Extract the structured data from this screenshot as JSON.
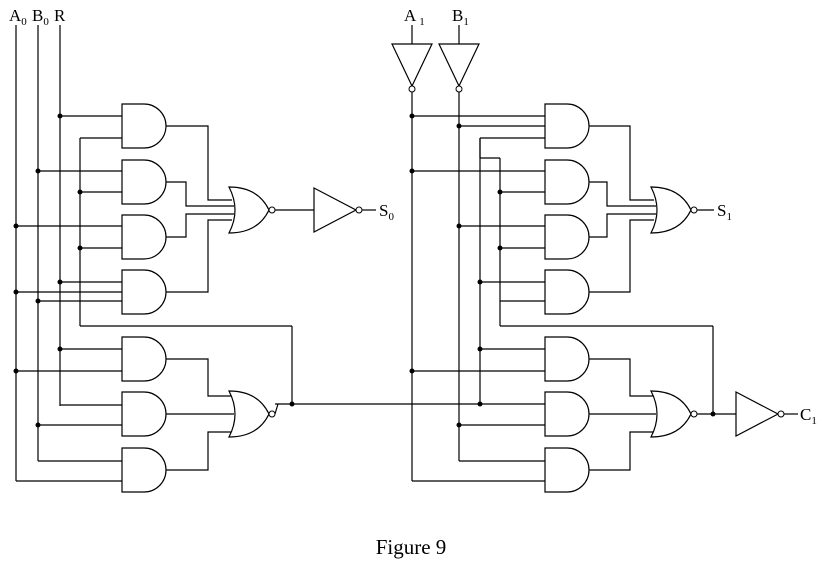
{
  "caption": "Figure 9",
  "inputs": {
    "a0": {
      "base": "A",
      "sub": "0"
    },
    "b0": {
      "base": "B",
      "sub": "0"
    },
    "r": {
      "base": "R",
      "sub": ""
    },
    "a1": {
      "base": "A",
      "sub": "1"
    },
    "b1": {
      "base": "B",
      "sub": "1"
    }
  },
  "outputs": {
    "s0": {
      "base": "S",
      "sub": "0"
    },
    "s1": {
      "base": "S",
      "sub": "1"
    },
    "c1": {
      "base": "C",
      "sub": "1"
    }
  }
}
